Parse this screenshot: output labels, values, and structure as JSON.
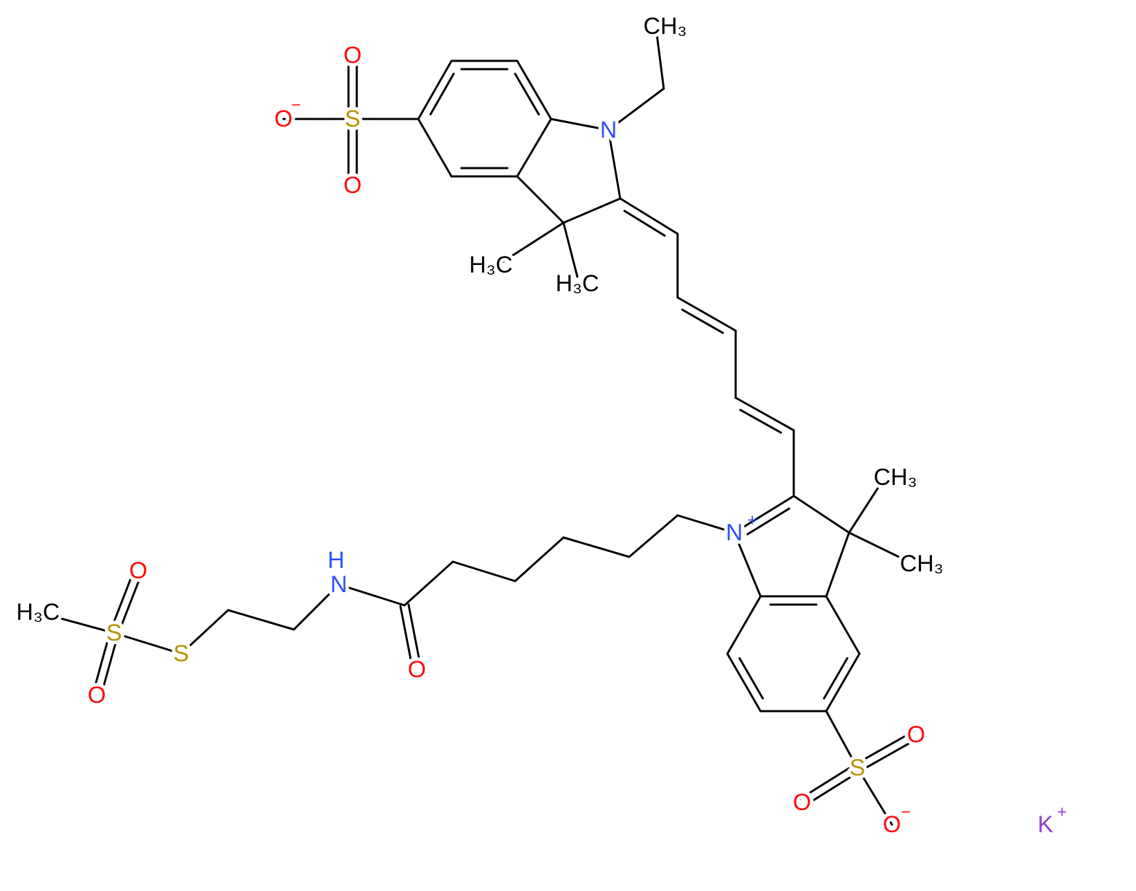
{
  "colors": {
    "carbon": "#000000",
    "oxygen": "#ff0d0d",
    "nitrogen": "#3050f8",
    "sulfur": "#b39400",
    "potassium": "#8f40d4"
  },
  "labels": {
    "ch3_ethyl": "CH₃",
    "n_top": "N",
    "h3c_a": "H₃C",
    "h3c_b": "H₃C",
    "n_plus": "N",
    "n_plus_charge": "+",
    "ch3_c": "CH₃",
    "ch3_d": "CH₃",
    "s_top": "S",
    "o_top_1": "O",
    "o_top_2": "O",
    "o_top_minus": "O",
    "o_top_minus_charge": "−",
    "s_bottom": "S",
    "o_bot_1": "O",
    "o_bot_2": "O",
    "o_bot_minus": "O",
    "o_bot_minus_charge": "−",
    "o_carbonyl": "O",
    "n_amide": "N",
    "h_amide": "H",
    "s_thio": "S",
    "s_sulfonyl": "S",
    "o_sulf_1": "O",
    "o_sulf_2": "O",
    "h3c_methyl": "H₃C",
    "k": "K",
    "k_charge": "+"
  }
}
